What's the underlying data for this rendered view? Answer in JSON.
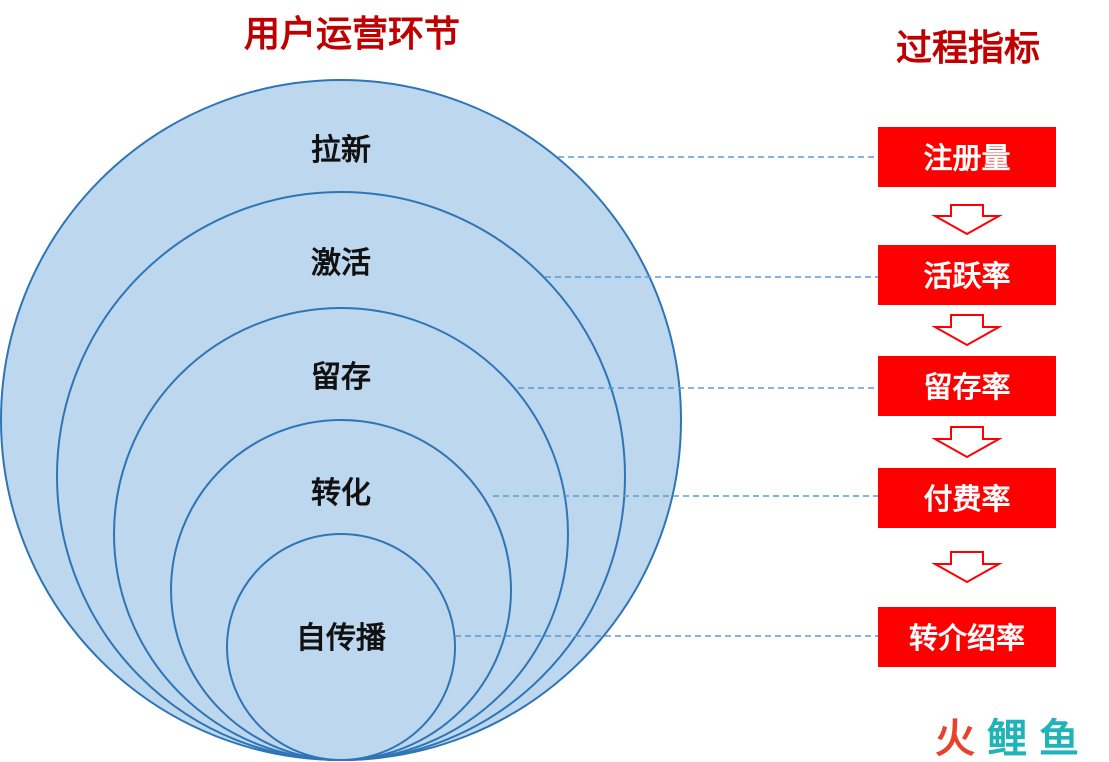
{
  "titles": {
    "left": "用户运营环节",
    "right": "过程指标"
  },
  "stages": [
    {
      "label": "拉新",
      "metric": "注册量"
    },
    {
      "label": "激活",
      "metric": "活跃率"
    },
    {
      "label": "留存",
      "metric": "留存率"
    },
    {
      "label": "转化",
      "metric": "付费率"
    },
    {
      "label": "自传播",
      "metric": "转介绍率"
    }
  ],
  "watermark": {
    "chars": [
      "火",
      "鲤",
      "鱼"
    ]
  },
  "colors": {
    "title_red": "#c00000",
    "circle_fill": "#bdd7ee",
    "circle_stroke": "#2e75b6",
    "metric_box": "#ff0000",
    "connector": "#5b9bd5",
    "arrow_stroke": "#ff0000",
    "watermark_red": "#e8412c",
    "watermark_teal": "#20b3b8"
  }
}
